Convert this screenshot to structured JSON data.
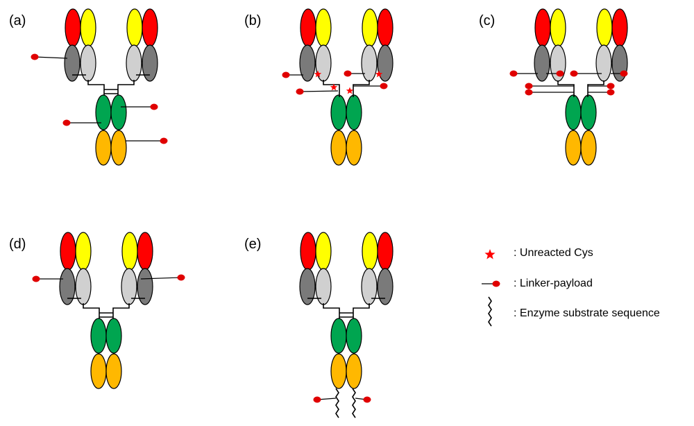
{
  "panels": [
    "(a)",
    "(b)",
    "(c)",
    "(d)",
    "(e)"
  ],
  "legend": {
    "unreacted_cys": ": Unreacted Cys",
    "linker_payload": ": Linker-payload",
    "enzyme_substrate": ": Enzyme substrate sequence"
  },
  "colors": {
    "vl_red": "#ff0000",
    "vh_yellow": "#ffff00",
    "cl_dark": "#7a7a7a",
    "ch1_light": "#d0d0d0",
    "ch2_green": "#00a550",
    "ch3_orange": "#ffb800",
    "payload": "#e00000",
    "star": "#ff0000"
  }
}
